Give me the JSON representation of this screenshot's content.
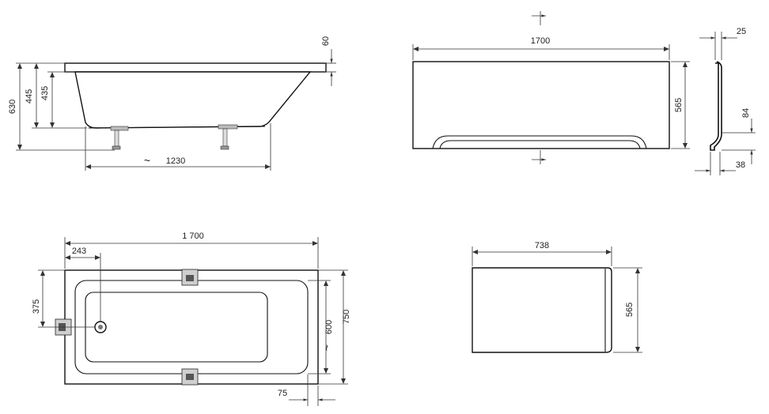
{
  "side_view": {
    "dim_rim": "60",
    "dim_total_height": "630",
    "dim_height_445": "445",
    "dim_height_435": "435",
    "dim_length": "1230",
    "approx_symbol": "~"
  },
  "panel_front": {
    "dim_length": "1700",
    "dim_height": "565"
  },
  "panel_profile": {
    "dim_top": "25",
    "dim_mid": "84",
    "dim_bottom": "38"
  },
  "top_view": {
    "dim_length": "1 700",
    "dim_drain_offset": "243",
    "dim_drain_y": "375",
    "dim_inner_width": "600",
    "dim_width": "750",
    "dim_bottom_offset": "75",
    "approx_symbol": "~"
  },
  "side_panel": {
    "dim_length": "738",
    "dim_height": "565"
  }
}
